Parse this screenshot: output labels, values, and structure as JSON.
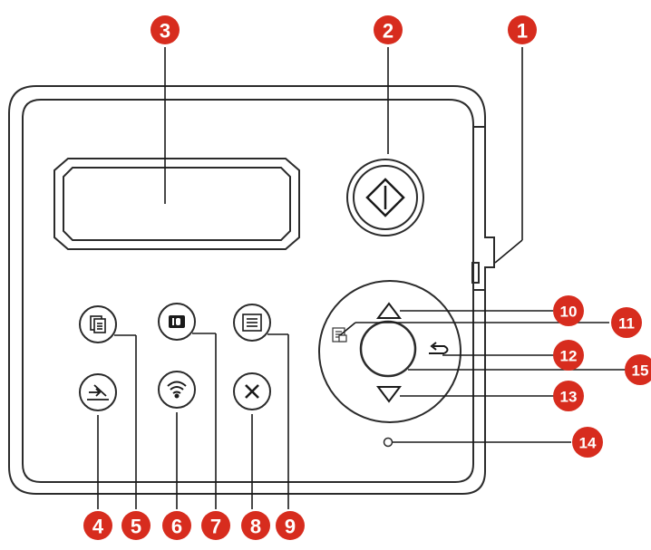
{
  "callouts": {
    "c1": "1",
    "c2": "2",
    "c3": "3",
    "c4": "4",
    "c5": "5",
    "c6": "6",
    "c7": "7",
    "c8": "8",
    "c9": "9",
    "c10": "10",
    "c11": "11",
    "c12": "12",
    "c13": "13",
    "c14": "14",
    "c15": "15"
  },
  "colors": {
    "callout": "#d72c1e",
    "outline": "#2b2b2b",
    "panel_fill": "#ffffff"
  },
  "buttons": {
    "start": "start-icon",
    "copy": "copy-icon",
    "id_copy": "id-copy-icon",
    "menu": "menu-list-icon",
    "scan": "scan-icon",
    "wifi": "wifi-icon",
    "cancel": "cancel-icon",
    "up": "up-arrow-icon",
    "down": "down-arrow-icon",
    "back": "back-icon",
    "ok": "ok-button",
    "status": "status-icon",
    "led": "indicator-light"
  }
}
